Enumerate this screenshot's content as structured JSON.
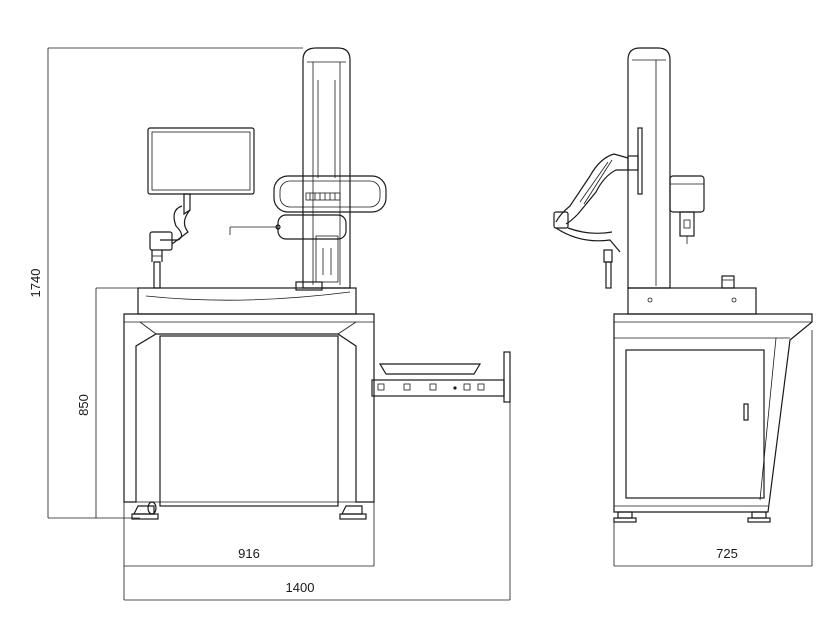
{
  "dimensions": {
    "total_height": "1740",
    "table_height": "850",
    "table_width": "916",
    "overall_width": "1400",
    "side_depth": "725"
  }
}
